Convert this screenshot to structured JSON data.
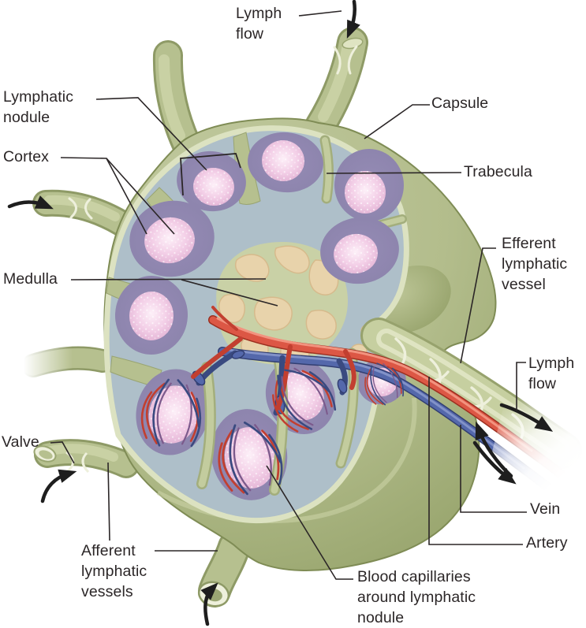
{
  "figure": {
    "subject": "Lymph node cross-section diagram",
    "labels": {
      "lymph_flow_top": "Lymph flow",
      "lymphatic_nodule": "Lymphatic nodule",
      "cortex": "Cortex",
      "medulla": "Medulla",
      "valve": "Valve",
      "afferent_vessels": "Afferent lymphatic vessels",
      "capsule": "Capsule",
      "trabecula": "Trabecula",
      "efferent_vessel": "Efferent lymphatic vessel",
      "lymph_flow_right": "Lymph flow",
      "vein": "Vein",
      "artery": "Artery",
      "blood_capillaries": "Blood capillaries around lymphatic nodule"
    },
    "colors": {
      "capsule_green": "#b6c08f",
      "capsule_dark": "#7f8c55",
      "lumen_pale": "#dfe4c2",
      "sinus_blue_gray": "#aebfc9",
      "nodule_purple": "#8d84ad",
      "germinal_pink": "#f2cfe7",
      "medulla_tan": "#e8d3ab",
      "artery_red": "#dc5745",
      "vein_blue": "#5468ab",
      "label_text": "#2b2627",
      "flow_arrow_black": "#1e1e1e"
    }
  }
}
